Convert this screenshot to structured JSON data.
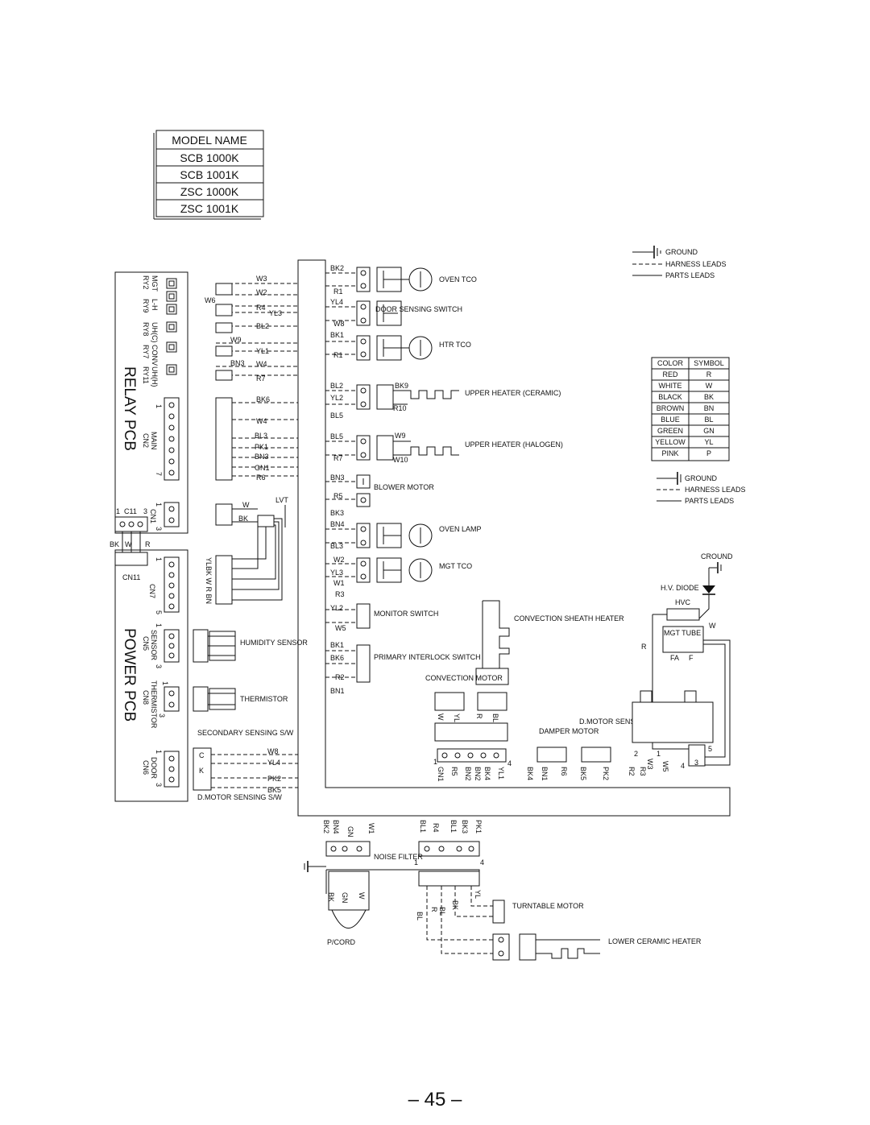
{
  "model_table": {
    "header": "MODEL NAME",
    "rows": [
      "SCB 1000K",
      "SCB 1001K",
      "ZSC 1000K",
      "ZSC 1001K"
    ]
  },
  "legend_top": {
    "ground": "GROUND",
    "harness": "HARNESS LEADS",
    "parts": "PARTS LEADS"
  },
  "legend_bottom": {
    "ground": "GROUND",
    "harness": "HARNESS LEADS",
    "parts": "PARTS LEADS"
  },
  "color_table": {
    "header_color": "COLOR",
    "header_symbol": "SYMBOL",
    "rows": [
      {
        "color": "RED",
        "symbol": "R"
      },
      {
        "color": "WHITE",
        "symbol": "W"
      },
      {
        "color": "BLACK",
        "symbol": "BK"
      },
      {
        "color": "BROWN",
        "symbol": "BN"
      },
      {
        "color": "BLUE",
        "symbol": "BL"
      },
      {
        "color": "GREEN",
        "symbol": "GN"
      },
      {
        "color": "YELLOW",
        "symbol": "YL"
      },
      {
        "color": "PINK",
        "symbol": "P"
      }
    ]
  },
  "relay_pcb": {
    "title": "RELAY PCB",
    "relay_names": [
      "MGT",
      "L-H",
      "UH(C)",
      "CONV",
      "UH(H)"
    ],
    "relay_ids": [
      "RY2",
      "RY9",
      "RY8",
      "RY7",
      "RY11"
    ],
    "main_label": "MAIN",
    "cn2": "CN2",
    "cn1": "CN1",
    "c11": "C11",
    "pin_1": "1",
    "pin_3": "3",
    "pin_7": "7"
  },
  "power_pcb": {
    "title": "POWER PCB",
    "cn11": "CN11",
    "cn11_wires": [
      "BK",
      "W",
      "R"
    ],
    "cn7": "CN7",
    "sensor": "SENSOR",
    "cn5": "CN5",
    "thermistor": "THERMISTOR",
    "cn8": "CN8",
    "door": "DOOR",
    "cn6": "CN6",
    "pin_1": "1",
    "pin_3": "3",
    "pin_5": "5"
  },
  "relay_wires": [
    "W3",
    "W2",
    "W6",
    "R4",
    "YL3",
    "BL2",
    "W9",
    "YL1",
    "BN3",
    "W4",
    "R7",
    "BK6",
    "W4",
    "BL3",
    "PK1",
    "BN3",
    "GN1",
    "R6"
  ],
  "lvt": {
    "label": "LVT",
    "w": "W",
    "bk": "BK",
    "leads": "YLBK W  R  BN"
  },
  "humidity_sensor": "HUMIDITY SENSOR",
  "thermistor": "THERMISTOR",
  "secondary_switch": {
    "title": "SECONDARY SENSING S/W",
    "wires": [
      "W8",
      "YL4",
      "PK2",
      "BK5"
    ],
    "c": "C",
    "k": "K"
  },
  "dmotor_switch_left": "D.MOTOR SENSING S/W",
  "trunk_wires": [
    "BK2",
    "R1",
    "YL4",
    "W8",
    "BK1",
    "R1",
    "BL2",
    "YL2",
    "BL5",
    "BL5",
    "R7",
    "BN3",
    "R5",
    "BK3",
    "BN4",
    "BL3",
    "W2",
    "YL3",
    "W1",
    "R3",
    "YL2",
    "W5",
    "BK1",
    "BK6",
    "R2",
    "BN1"
  ],
  "components": {
    "oven_tco": "OVEN TCO",
    "door_switch": "DOOR SENSING SWITCH",
    "htr_tco": "HTR TCO",
    "upper_ceramic": "UPPER HEATER (CERAMIC)",
    "upper_halogen": "UPPER HEATER (HALOGEN)",
    "blower_motor": "BLOWER MOTOR",
    "oven_lamp": "OVEN LAMP",
    "mgt_tco": "MGT TCO",
    "monitor_switch": "MONITOR SWITCH",
    "primary_switch": "PRIMARY INTERLOCK SWITCH",
    "convection_motor": "CONVECTION MOTOR",
    "sheath_heater": "CONVECTION SHEATH HEATER",
    "damper_motor": "DAMPER MOTOR",
    "dmotor_switch": "D.MOTOR SENSING SWITCH",
    "noise_filter": "NOISE FILTER",
    "pcord": "P/CORD",
    "turntable_motor": "TURNTABLE MOTOR",
    "lower_ceramic": "LOWER CERAMIC HEATER"
  },
  "heater_wires": {
    "bk9": "BK9",
    "r10": "R10",
    "w9": "W9",
    "w10": "W10"
  },
  "hv": {
    "ground": "CROUND",
    "diode": "H.V. DIODE",
    "hvc": "HVC",
    "mgt_tube": "MGT TUBE",
    "w": "W",
    "r": "R",
    "fa": "FA",
    "f": "F",
    "pins": [
      "2",
      "1",
      "4",
      "3",
      "5"
    ]
  },
  "conv_motor_wires": [
    "W",
    "YL",
    "R",
    "BL"
  ],
  "bottom_row_wires": [
    "GN1",
    "R5",
    "BN2",
    "BN2",
    "BK4",
    "YL1",
    "BK4",
    "BN1",
    "R6",
    "BK5",
    "PK2",
    "R2",
    "R3",
    "W3",
    "W5"
  ],
  "bottom_row_pins": {
    "p1": "1",
    "p4": "4"
  },
  "filter_wires_left": [
    "BK2",
    "BN4",
    "GN",
    "W1"
  ],
  "filter_wires_right": [
    "BL1",
    "R4",
    "BL1",
    "BK3",
    "PK1"
  ],
  "filter_pins": {
    "p1": "1",
    "p4": "4"
  },
  "pcord_wires": [
    "BK",
    "GN",
    "W"
  ],
  "turntable_wires": [
    "BL",
    "R",
    "BL",
    "BK",
    "YL"
  ],
  "page_number": "– 45 –"
}
